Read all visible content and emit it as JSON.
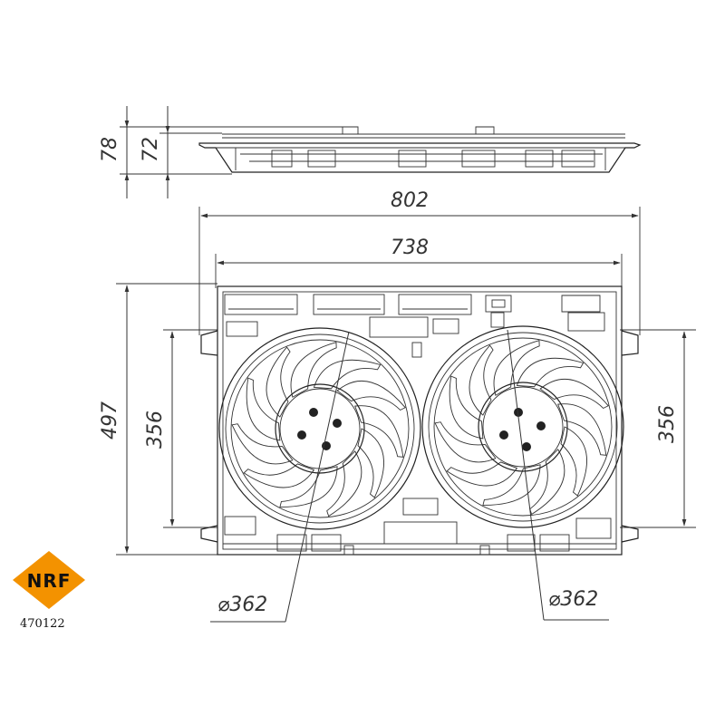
{
  "brand": {
    "logo_text": "NRF",
    "logo_color": "#F39200",
    "part_number": "470122"
  },
  "dimensions": {
    "overall_depth": "78",
    "frame_depth": "72",
    "overall_width": "802",
    "frame_width": "738",
    "overall_height": "497",
    "left_fan_mount": "356",
    "right_fan_mount": "356",
    "left_fan_diameter": "⌀362",
    "right_fan_diameter": "⌀362"
  }
}
